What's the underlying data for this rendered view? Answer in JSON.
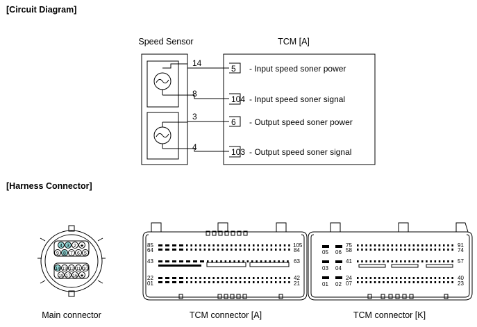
{
  "sections": {
    "circuit_title": "[Circuit Diagram]",
    "harness_title": "[Harness Connector]"
  },
  "circuit": {
    "sensor_label": "Speed Sensor",
    "tcm_label": "TCM [A]",
    "wires": [
      {
        "sensor_pin": "14",
        "tcm_pin": "5",
        "desc": "-  Input speed soner power"
      },
      {
        "sensor_pin": "8",
        "tcm_pin": "104",
        "desc": "-  Input speed soner signal"
      },
      {
        "sensor_pin": "3",
        "tcm_pin": "6",
        "desc": "-  Output speed soner power"
      },
      {
        "sensor_pin": "4",
        "tcm_pin": "103",
        "desc": "-  Output speed soner signal"
      }
    ]
  },
  "connectors": {
    "main": {
      "caption": "Main connector",
      "pins_top": [
        "4",
        "3",
        "2",
        "★"
      ],
      "pins_mid": [
        "9",
        "8",
        "7",
        "6",
        "5"
      ],
      "pins_low": [
        "14",
        "13",
        "12",
        "11",
        "10"
      ],
      "pins_bottom": [
        "19",
        "17",
        "16",
        "★"
      ]
    },
    "tcm_a": {
      "caption": "TCM connector [A]",
      "pin_labels": {
        "left_top": "85",
        "left_top2": "64",
        "left_mid": "43",
        "left_bot": "22",
        "left_bot2": "01",
        "right_top": "105",
        "right_top2": "84",
        "right_mid": "63",
        "right_bot": "42",
        "right_bot2": "21"
      }
    },
    "tcm_k": {
      "caption": "TCM connector [K]",
      "small_pins": [
        "05",
        "06",
        "03",
        "04",
        "01",
        "02"
      ],
      "pin_labels": {
        "left_top": "75",
        "left_top2": "58",
        "left_mid": "41",
        "left_bot": "24",
        "left_bot2": "07",
        "right_top": "91",
        "right_top2": "74",
        "right_mid": "57",
        "right_bot": "40",
        "right_bot2": "23"
      }
    }
  },
  "colors": {
    "highlight_pin": "#8fd3d3",
    "line": "#000000"
  }
}
